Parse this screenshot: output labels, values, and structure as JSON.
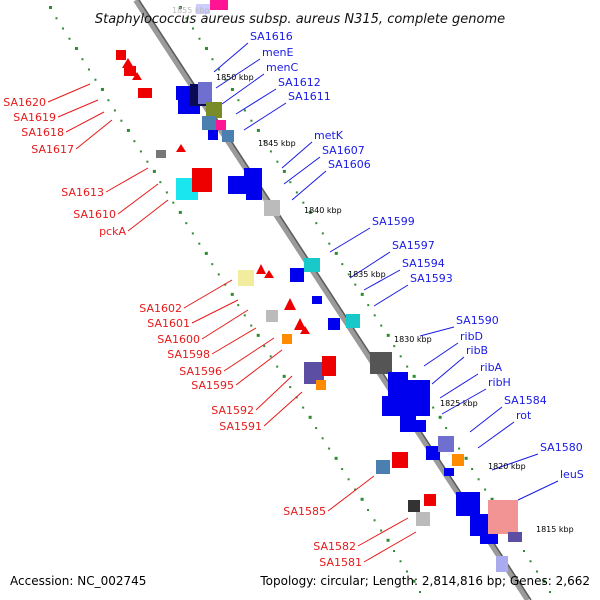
{
  "title": "Staphylococcus aureus subsp. aureus N315, complete genome",
  "accession": "Accession: NC_002745",
  "summary": "Topology: circular; Length: 2,814,816 bp; Genes: 2,662",
  "ticks": [
    {
      "label": "1855 kbp",
      "faint": true
    },
    {
      "label": "1850 kbp"
    },
    {
      "label": "1845 kbp"
    },
    {
      "label": "1840 kbp"
    },
    {
      "label": "1835 kbp"
    },
    {
      "label": "1830 kbp"
    },
    {
      "label": "1825 kbp"
    },
    {
      "label": "1820 kbp"
    },
    {
      "label": "1815 kbp"
    }
  ],
  "plus_labels": [
    "SA1616",
    "menE",
    "menC",
    "SA1612",
    "SA1611",
    "metK",
    "SA1607",
    "SA1606",
    "SA1599",
    "SA1597",
    "SA1594",
    "SA1593",
    "SA1590",
    "ribD",
    "ribB",
    "ribA",
    "ribH",
    "SA1584",
    "rot",
    "SA1580",
    "leuS"
  ],
  "minus_labels": [
    "SA1620",
    "SA1619",
    "SA1618",
    "SA1617",
    "SA1613",
    "SA1610",
    "pckA",
    "SA1602",
    "SA1601",
    "SA1600",
    "SA1598",
    "SA1596",
    "SA1595",
    "SA1592",
    "SA1591",
    "SA1585",
    "SA1582",
    "SA1581"
  ],
  "colors": {
    "plus": "#1a1ae6",
    "minus": "#e61a1a",
    "backbone": "#808080",
    "tick_dots": "#2e8b2e"
  }
}
